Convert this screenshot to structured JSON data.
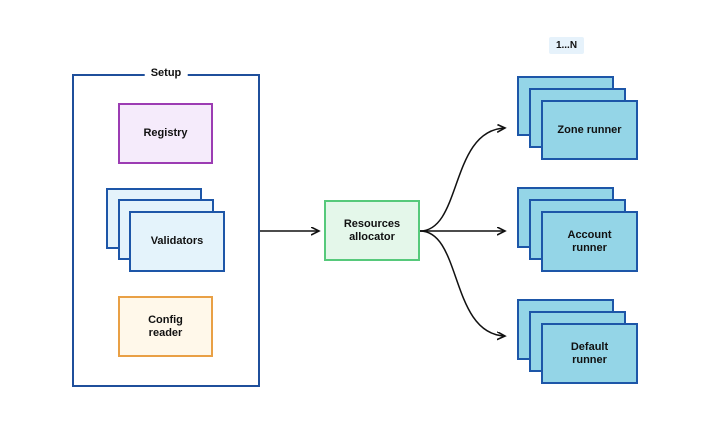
{
  "diagram": {
    "badge": "1...N",
    "setup": {
      "title": "Setup",
      "registry": "Registry",
      "validators": "Validators",
      "config_reader": "Config\nreader"
    },
    "allocator": "Resources\nallocator",
    "runners": {
      "zone": "Zone runner",
      "account": "Account\nrunner",
      "default": "Default\nrunner"
    },
    "colors": {
      "frame": "#1f4f9b",
      "registry_fill": "#f5ebfb",
      "registry_border": "#9c3cb3",
      "validators_fill": "#e4f3fb",
      "validators_border": "#1d56a8",
      "config_fill": "#fff8ea",
      "config_border": "#e9a045",
      "allocator_fill": "#e4f7ea",
      "allocator_border": "#56c97b",
      "runner_fill": "#94d5e7",
      "runner_border": "#1d56a8",
      "arrow": "#111111",
      "badge_fill": "#e6f2fb"
    }
  }
}
